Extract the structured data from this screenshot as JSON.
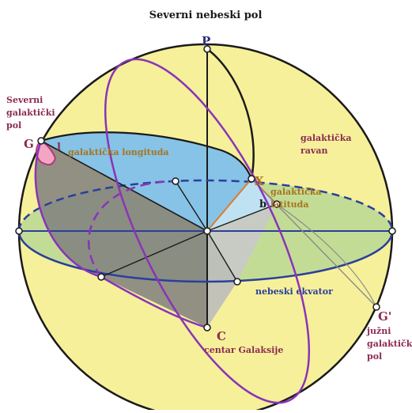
{
  "title": "Severni nebeski pol",
  "points": {
    "p": "P",
    "g": "G",
    "g_prime": "G'",
    "c": "C",
    "x": "X"
  },
  "angles": {
    "l": "l",
    "b": "b"
  },
  "labels": {
    "north_galactic_pole": [
      "Severni",
      "galaktički",
      "pol"
    ],
    "galactic_longitude": "galaktička longituda",
    "galactic_plane": [
      "galaktička",
      "ravan"
    ],
    "galactic_latitude": [
      "galaktička",
      "latituda"
    ],
    "celestial_equator": "nebeski ekvator",
    "south_galactic_pole": [
      "južni",
      "galaktički",
      "pol"
    ],
    "galactic_center": "centar Galaksije"
  },
  "colors": {
    "sphere_fill": "#f6f09a",
    "equator_fill": "#c3dc95",
    "longitude_wedge": "#86c3e6",
    "latitude_wedge": "#bfe2f2",
    "shadow": "#7f7f7f",
    "equator_line": "#2a3f9c",
    "galactic_line": "#8a34b8",
    "label_dark_blue": "#2b2f7c",
    "label_maroon": "#8c2b52",
    "label_gold": "#a8741c"
  }
}
